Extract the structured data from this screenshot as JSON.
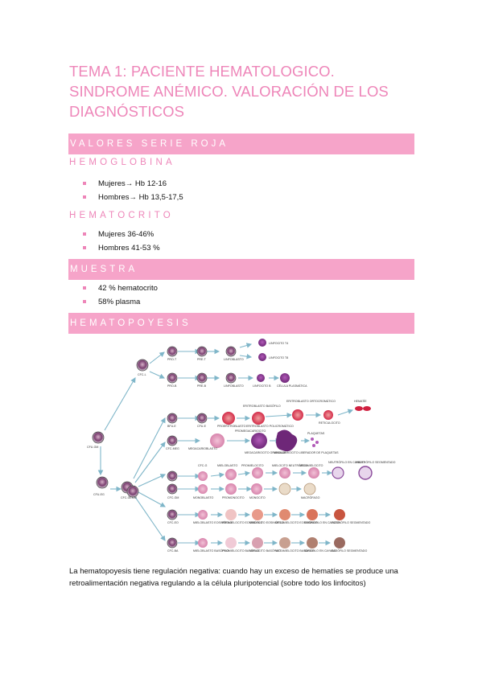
{
  "title": [
    "TEMA 1: PACIENTE HEMATOLOGICO.",
    "SINDROME ANÉMICO. VALORACIÓN DE LOS",
    "DIAGNÓSTICOS"
  ],
  "sections": {
    "serie_roja": "VALORES SERIE ROJA",
    "muestra": "MUESTRA",
    "hematopoyesis": "HEMATOPOYESIS"
  },
  "hemoglobina": {
    "heading": "HEMOGLOBINA",
    "items": [
      "Mujeres→ Hb 12-16",
      "Hombres→ Hb 13,5-17,5"
    ]
  },
  "hematocrito": {
    "heading": "HEMATOCRITO",
    "items": [
      "Mujeres 36-46%",
      "Hombres 41-53 %"
    ]
  },
  "muestra_items": [
    "42 % hematocrito",
    "58% plasma"
  ],
  "diagram_labels": {
    "cfu_gm": "CFU-GM",
    "cfu_l": "CFC-L",
    "cfu_e": "CFU-EG",
    "cfc_gemm": "CFC-GEMM",
    "pro_t": "PRO-T",
    "pre_t": "PRE-T",
    "linfo_t": "LINFOBLASTO",
    "linf_t4": "LINFOCITO T4",
    "linf_t8": "LINFOCITO T8",
    "pro_b": "PRO-B",
    "pre_b": "PRE-B",
    "linfo_b": "LINFOBLASTO",
    "linfocito_b": "LINFOCITO B",
    "plasma": "CÉLULA PLASMÁTICA",
    "bfu_e": "BFU-E",
    "cfu_e2": "CFU-E",
    "proeritro": "PROERITROBLASTO",
    "eritro_baso": "ERITROBLASTO BASÓFILO",
    "eritro_poli": "ERITROBLASTO POLICROMÁTICO",
    "eritro_orto": "ERITROBLASTO ORTOCROMÁTICO",
    "reticulocito": "RETICULOCITO",
    "hematie": "HEMATÍE",
    "cfc_meg": "CFC-MEG",
    "megacarioblasto": "MEGACARIOBLASTO",
    "promegacario": "PROMEGACARIOCITO",
    "megacario": "MEGACARIOCITO GRANULAR",
    "megacario_plaq": "MEGACARIOCITO LIBERADOR DE PLAQUETAS",
    "plaquetas": "PLAQUETAS",
    "cfc_g": "CFC-G",
    "cfc_gm": "CFC-GM",
    "cfc_m": "CFC-M",
    "mieloblasto": "MIELOBLASTO",
    "promielocito": "PROMIELOCITO",
    "mielocito_n": "MIELOCITO NEUTRÓFILO",
    "metamielocito": "METAMIELOCITO",
    "neutro_cay": "NEUTRÓFILO EN CAYADO",
    "neutro_seg": "NEUTRÓFILO SEGMENTADO",
    "monoblasto": "MONOBLASTO",
    "promonocito": "PROMONOCITO",
    "monocito": "MONOCITO",
    "macrofago": "MACRÓFAGO",
    "cfc_eo": "CFC-EO",
    "mielo_eo": "MIELOBLASTO EOSINÓFILO",
    "promielo_eo": "PROMIELOCITO EOSINÓFILO",
    "mielocito_eo": "MIELOCITO EOSINÓFILO",
    "metamielo_eo": "METAMIELOCITO EOSINÓFILO",
    "eo_cay": "EOSINÓFILO EN CAYADO",
    "eo_seg": "EOSINÓFILO SEGMENTADO",
    "cfc_ba": "CFC-BA",
    "mielo_ba": "MIELOBLASTO BASÓFILO",
    "promielo_ba": "PROMIELOCITO BASÓFILO",
    "mielocito_ba": "MIELOCITO BASÓFILO",
    "metamielo_ba": "METAMIELOCITO BASÓFILO",
    "ba_cay": "BASÓFILO EN CAYADO",
    "ba_seg": "BASÓFILO SEGMENTADO"
  },
  "paragraph": "La hematopoyesis tiene regulación negativa: cuando hay un exceso de hematíes se produce una retroalimentación negativa regulando a la célula pluripotencial (sobre todo los linfocitos)",
  "colors": {
    "accent": "#ee86b9",
    "band": "#f6a4c9"
  }
}
